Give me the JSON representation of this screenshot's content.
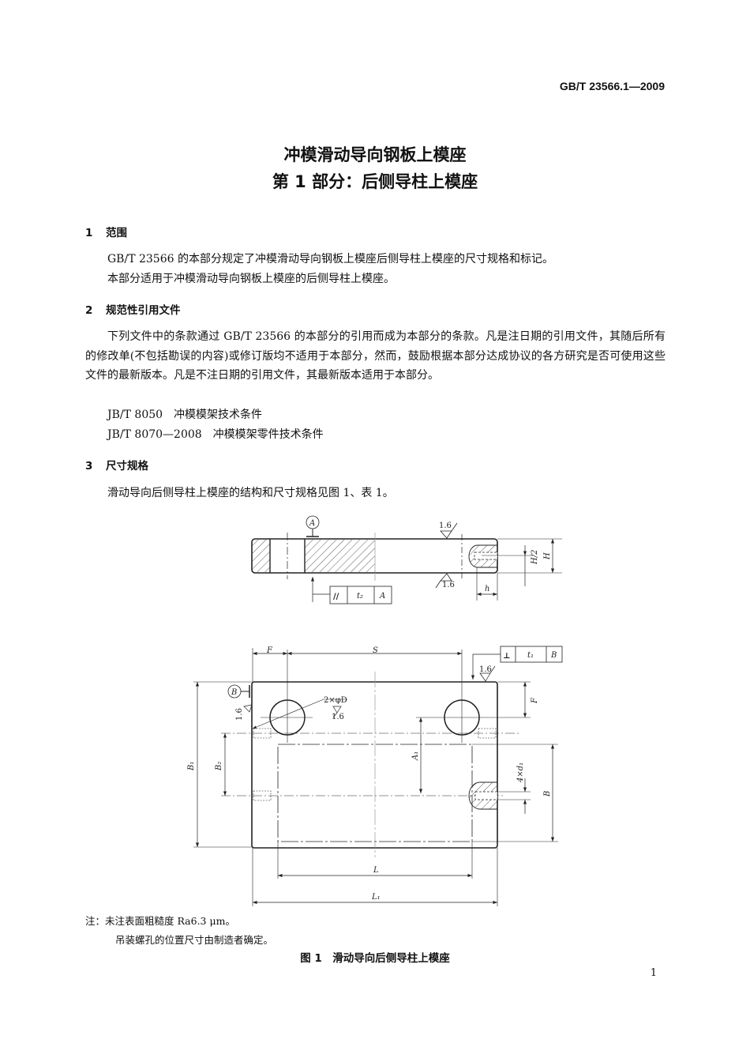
{
  "header": {
    "standard_number": "GB/T 23566.1—2009"
  },
  "title": {
    "line1": "冲模滑动导向钢板上模座",
    "line2": "第 1 部分：后侧导柱上模座"
  },
  "sections": [
    {
      "number": "1",
      "heading": "范围",
      "paragraphs": [
        "GB/T 23566 的本部分规定了冲模滑动导向钢板上模座后侧导柱上模座的尺寸规格和标记。",
        "本部分适用于冲模滑动导向钢板上模座的后侧导柱上模座。"
      ]
    },
    {
      "number": "2",
      "heading": "规范性引用文件",
      "paragraphs": [
        "下列文件中的条款通过 GB/T 23566 的本部分的引用而成为本部分的条款。凡是注日期的引用文件，其随后所有的修改单(不包括勘误的内容)或修订版均不适用于本部分，然而，鼓励根据本部分达成协议的各方研究是否可使用这些文件的最新版本。凡是不注日期的引用文件，其最新版本适用于本部分。"
      ],
      "references": [
        {
          "code": "JB/T 8050",
          "title": "冲模模架技术条件"
        },
        {
          "code": "JB/T 8070—2008",
          "title": "冲模模架零件技术条件"
        }
      ]
    },
    {
      "number": "3",
      "heading": "尺寸规格",
      "paragraphs": [
        "滑动导向后侧导柱上模座的结构和尺寸规格见图 1、表 1。"
      ]
    }
  ],
  "figure": {
    "labels": {
      "datum_a": "A",
      "datum_b": "B",
      "rough": "1.6",
      "parallel": "//",
      "t2": "t₂",
      "H": "H",
      "H2": "H/2",
      "h": "h",
      "F": "F",
      "S": "S",
      "perp": "⊥",
      "t1": "t₁",
      "holes": "2×φD",
      "A1": "A₁",
      "B1": "B₁",
      "B2": "B₂",
      "B": "B",
      "d1": "4×d₁",
      "L": "L",
      "L1": "L₁"
    },
    "notes": [
      "注：未注表面粗糙度 Ra6.3 μm。",
      "吊装螺孔的位置尺寸由制造者确定。"
    ],
    "caption": "图 1　滑动导向后侧导柱上模座"
  },
  "footer": {
    "page_number": "1"
  }
}
